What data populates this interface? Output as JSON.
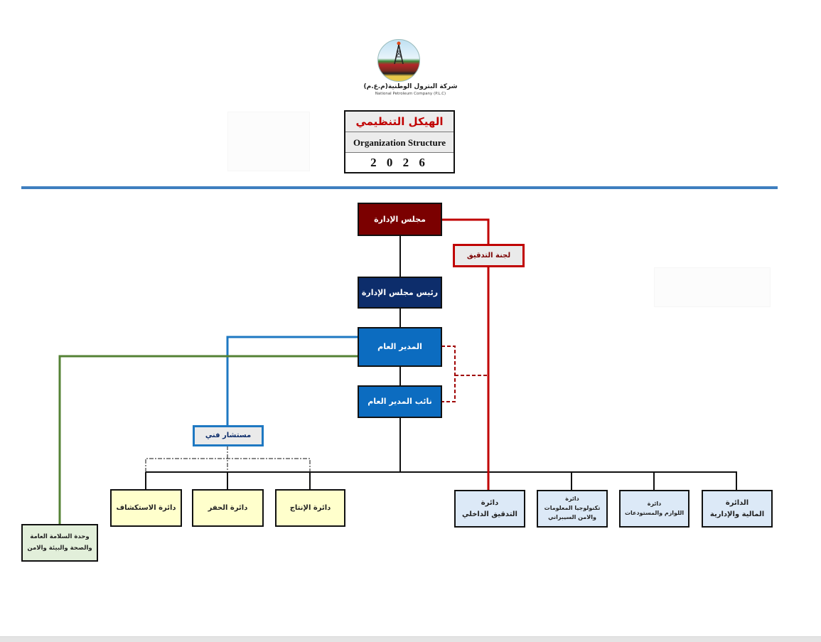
{
  "header": {
    "company_name_ar": "شركة البترول الوطنية(م.ع.م)",
    "company_name_en": "National Petroleum Company (P.L.C)",
    "logo_icon": "oil-derrick-logo-icon",
    "title_ar": "الهيكل التنظيمي",
    "title_en": "Organization Structure",
    "year": "2 0 2 6"
  },
  "colors": {
    "divider": "#3f7fbf",
    "board": "#7b0000",
    "chairman": "#0d2d6b",
    "general_manager": "#0c6cc0",
    "audit_line": "#c00000",
    "advisor_line": "#1e78c2",
    "safety_line": "#548235",
    "operations_fill": "#ffffcc",
    "admin_fill": "#dce9f7",
    "safety_fill": "#e2efda"
  },
  "org": {
    "board": "مجلس الإدارة",
    "audit_committee": "لجنة التدقيق",
    "chairman": "رئيس مجلس الإدارة",
    "general_manager": "المدير العام",
    "deputy_general_manager": "نائب المدير العام",
    "technical_advisor": "مستشار فني",
    "safety_unit": [
      "وحدة السلامة العامة",
      "والصحة والبيئة والامن"
    ],
    "operations_departments": [
      {
        "label": "دائرة الاستكشاف"
      },
      {
        "label": "دائرة الحفر"
      },
      {
        "label": "دائرة الإنتاج"
      }
    ],
    "admin_departments": [
      {
        "lines": [
          "دائرة",
          "التدقيق الداخلي"
        ]
      },
      {
        "lines": [
          "دائرة",
          "تكنولوجيا المعلومات",
          "والامن السيبراني"
        ]
      },
      {
        "lines": [
          "دائرة",
          "اللوازم والمستودعات"
        ]
      },
      {
        "lines": [
          "الدائرة",
          "المالية والإدارية"
        ]
      }
    ]
  }
}
